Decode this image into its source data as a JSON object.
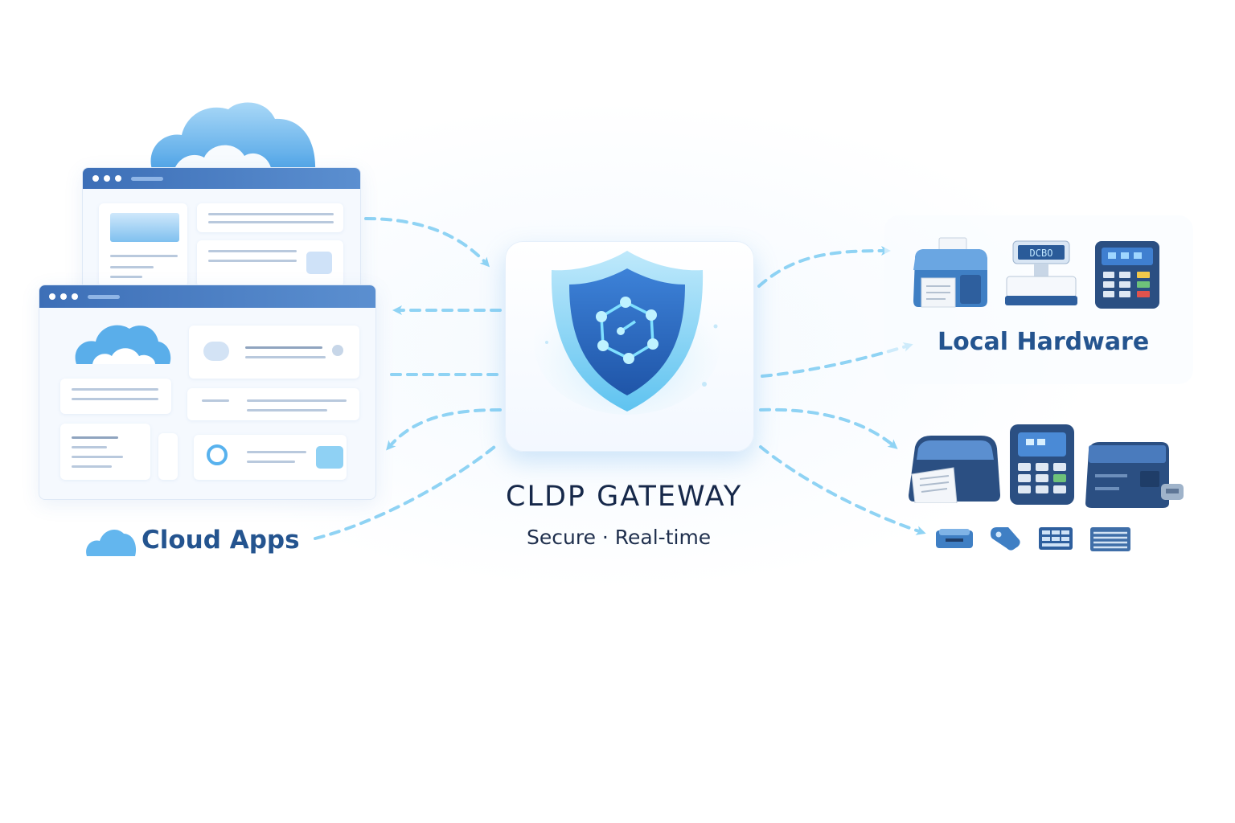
{
  "diagram": {
    "cloud_section": {
      "label": "Cloud Apps"
    },
    "gateway": {
      "title": "CLDP GATEWAY",
      "subtitle": "Secure · Real-time"
    },
    "hardware_section": {
      "label": "Local Hardware"
    },
    "scale_display": {
      "text": "DCBO"
    }
  },
  "colors": {
    "primary": "#24548f",
    "accent": "#6ec6f2",
    "shield": "#2f7fd6",
    "text_dark": "#16284a"
  },
  "icons": {
    "cloud": "cloud-icon",
    "shield": "shield-icon",
    "receipt_printer": "receipt-printer-icon",
    "scale": "scale-icon",
    "payment_terminal": "payment-terminal-icon",
    "label_printer": "label-printer-icon",
    "cash_drawer": "cash-drawer-icon"
  }
}
